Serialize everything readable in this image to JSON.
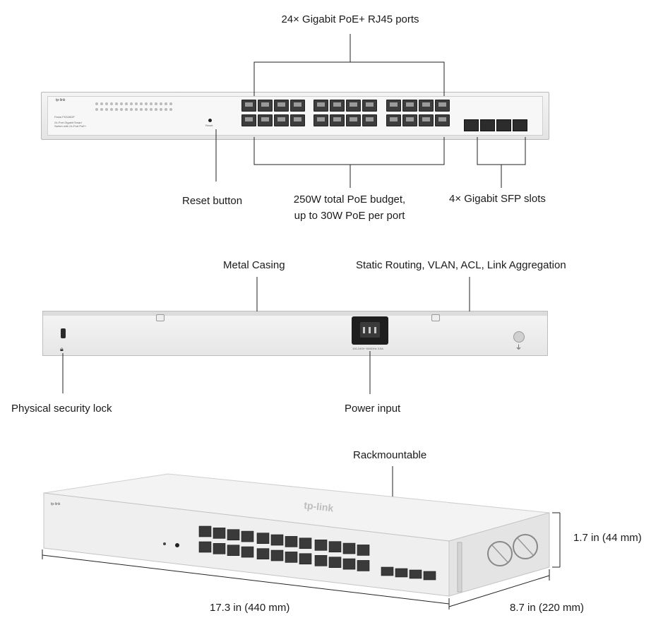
{
  "labels": {
    "rj45_ports": "24× Gigabit PoE+ RJ45 ports",
    "reset_button": "Reset button",
    "poe_budget_line1": "250W total PoE budget,",
    "poe_budget_line2": "up to 30W PoE per port",
    "sfp_slots": "4× Gigabit SFP slots",
    "metal_casing": "Metal Casing",
    "features": "Static Routing, VLAN, ACL, Link Aggregation",
    "security_lock": "Physical security lock",
    "power_input": "Power input",
    "rackmountable": "Rackmountable",
    "height": "1.7 in (44 mm)",
    "width": "17.3 in (440 mm)",
    "depth": "8.7 in (220 mm)"
  },
  "device": {
    "brand": "tp-link",
    "front_model": "Festa FS328GP",
    "front_desc": "24-Port Gigabit Smart Switch with 24-Port PoE+",
    "reset_label": "Reset",
    "rear_rating": "100-240V~50/60Hz 3.5A"
  },
  "colors": {
    "chassis": "#ececec",
    "port": "#3a3a3a",
    "line": "#222222"
  },
  "icons": [
    "lock-icon",
    "ground-icon",
    "power-socket-icon"
  ]
}
